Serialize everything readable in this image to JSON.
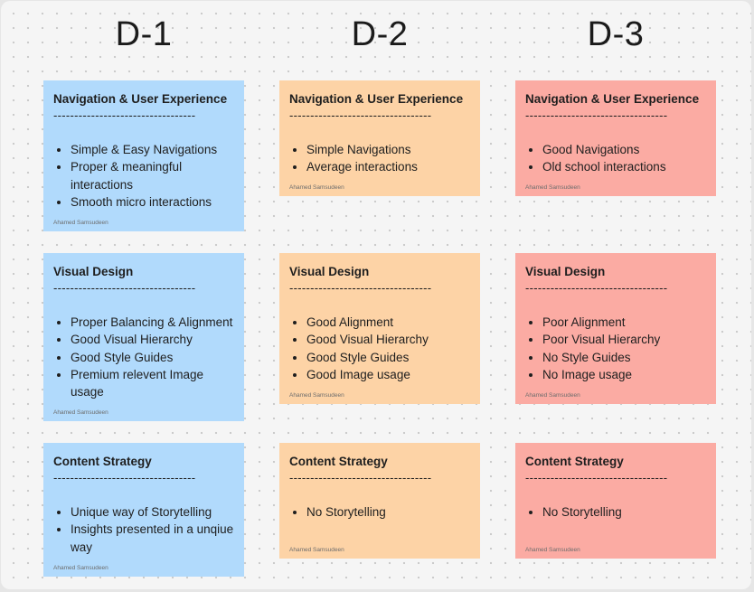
{
  "columns": [
    {
      "title": "D-1",
      "color": "#b1dafc",
      "notes": [
        {
          "heading": "Navigation & User Experience",
          "divider": "----------------------------------",
          "items": [
            "Simple & Easy Navigations",
            "Proper & meaningful interactions",
            "Smooth micro interactions"
          ],
          "author": "Ahamed Samsudeen"
        },
        {
          "heading": "Visual Design",
          "divider": "----------------------------------",
          "items": [
            "Proper Balancing & Alignment",
            "Good Visual Hierarchy",
            "Good Style Guides",
            "Premium relevent Image usage"
          ],
          "author": "Ahamed Samsudeen"
        },
        {
          "heading": "Content Strategy",
          "divider": "----------------------------------",
          "items": [
            "Unique way of Storytelling",
            "Insights presented in a unqiue way"
          ],
          "author": "Ahamed Samsudeen"
        }
      ]
    },
    {
      "title": "D-2",
      "color": "#fdd3a6",
      "notes": [
        {
          "heading": "Navigation & User Experience",
          "divider": "----------------------------------",
          "items": [
            "Simple Navigations",
            "Average interactions"
          ],
          "author": "Ahamed Samsudeen"
        },
        {
          "heading": "Visual Design",
          "divider": "----------------------------------",
          "items": [
            "Good Alignment",
            "Good Visual Hierarchy",
            "Good Style Guides",
            "Good Image usage"
          ],
          "author": "Ahamed Samsudeen"
        },
        {
          "heading": "Content Strategy",
          "divider": "----------------------------------",
          "items": [
            "No Storytelling"
          ],
          "author": "Ahamed Samsudeen"
        }
      ]
    },
    {
      "title": "D-3",
      "color": "#fbaba3",
      "notes": [
        {
          "heading": "Navigation & User Experience",
          "divider": "----------------------------------",
          "items": [
            "Good Navigations",
            "Old school interactions"
          ],
          "author": "Ahamed Samsudeen"
        },
        {
          "heading": "Visual Design",
          "divider": "----------------------------------",
          "items": [
            "Poor Alignment",
            "Poor Visual Hierarchy",
            "No Style Guides",
            "No Image usage"
          ],
          "author": "Ahamed Samsudeen"
        },
        {
          "heading": "Content Strategy",
          "divider": "----------------------------------",
          "items": [
            "No Storytelling"
          ],
          "author": "Ahamed Samsudeen"
        }
      ]
    }
  ]
}
